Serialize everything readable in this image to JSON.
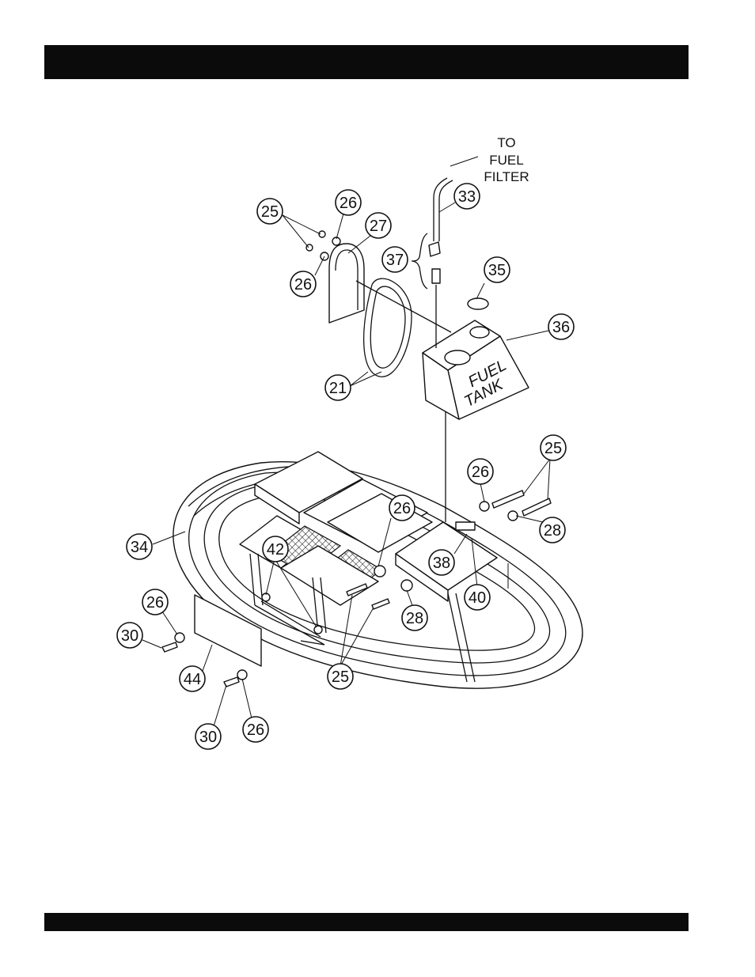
{
  "header": {
    "title": ""
  },
  "footer": {
    "text": ""
  },
  "annotation": {
    "line1": "TO",
    "line2": "FUEL",
    "line3": "FILTER"
  },
  "tank_label": {
    "line1": "FUEL",
    "line2": "TANK"
  },
  "callouts": [
    "25",
    "26",
    "27",
    "26",
    "37",
    "33",
    "35",
    "36",
    "21",
    "26",
    "25",
    "28",
    "26",
    "34",
    "42",
    "38",
    "40",
    "28",
    "26",
    "30",
    "44",
    "25",
    "30",
    "26"
  ]
}
